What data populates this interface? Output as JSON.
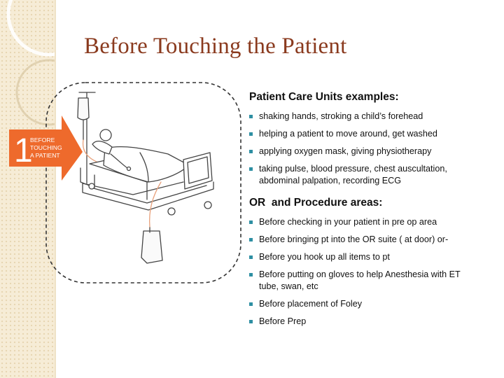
{
  "slide": {
    "title": "Before Touching the Patient"
  },
  "badge": {
    "number": "1",
    "lines": [
      "BEFORE",
      "TOUCHING",
      "A PATIENT"
    ],
    "color": "#ee6a2c"
  },
  "content": {
    "sections": [
      {
        "heading": "Patient Care Units examples:",
        "items": [
          [
            "shaking hands, stroking a child’s forehead"
          ],
          [
            "helping a patient to move around, get washed"
          ],
          [
            "applying oxygen mask, giving physiotherapy"
          ],
          [
            "taking pulse, blood pressure, chest auscultation,",
            "abdominal palpation, recording ECG"
          ]
        ]
      },
      {
        "heading": "OR  and Procedure areas:",
        "items": [
          [
            "Before checking in your patient in pre op area"
          ],
          [
            "Before bringing pt into the OR suite ( at door) or-"
          ],
          [
            "Before you hook up all items to pt"
          ],
          [
            "Before putting on gloves to help Anesthesia with ET",
            "tube, swan, etc"
          ],
          [
            "Before placement of Foley"
          ],
          [
            "Before Prep"
          ]
        ]
      }
    ]
  },
  "colors": {
    "title": "#8a3a1e",
    "bullet": "#2e8fa3",
    "sidebar": "#f6ecd6",
    "tubing": "#e8a07a"
  },
  "icons": {
    "bullet": "square-bullet-icon",
    "illustration": "hospital-bed-patient-icon"
  }
}
